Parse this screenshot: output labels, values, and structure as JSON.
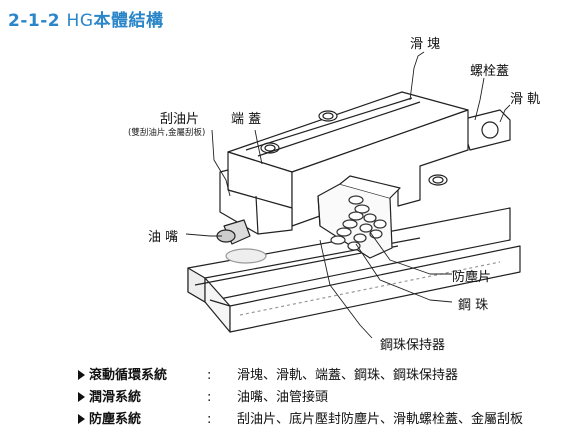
{
  "title": {
    "number": "2-1-2",
    "model": "HG",
    "text": "本體結構"
  },
  "labels": {
    "slider": "滑 塊",
    "bolt_cap": "螺栓蓋",
    "rail": "滑 軌",
    "scraper": "刮油片",
    "scraper_note": "(雙刮油片,金屬刮板)",
    "end_cap": "端 蓋",
    "grease_nipple": "油 嘴",
    "seal": "防塵片",
    "balls": "鋼 珠",
    "retainer": "鋼珠保持器"
  },
  "specs": [
    {
      "category": "滾動循環系統",
      "colon": ":",
      "items": "滑塊、滑軌、端蓋、鋼珠、鋼珠保持器"
    },
    {
      "category": "潤滑系統",
      "colon": ":",
      "items": "油嘴、油管接頭"
    },
    {
      "category": "防塵系統",
      "colon": ":",
      "items": "刮油片、底片壓封防塵片、滑軌螺栓蓋、金屬刮板"
    }
  ]
}
